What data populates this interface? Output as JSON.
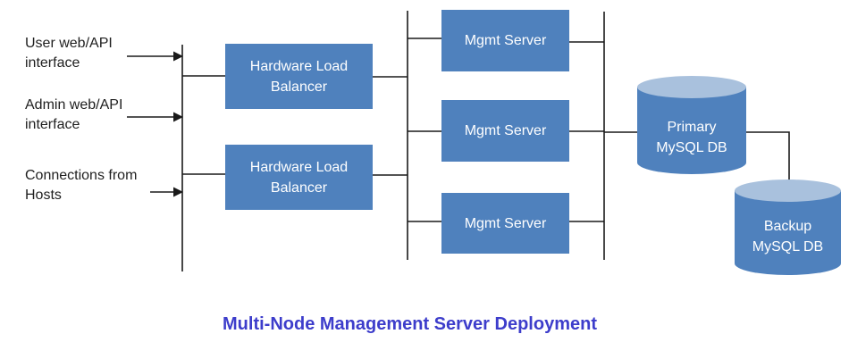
{
  "title": "Multi-Node Management Server Deployment",
  "colors": {
    "node_fill": "#4f81bd",
    "cylinder_top": "#a9c1dd",
    "node_text": "#ffffff",
    "label_text": "#1f1f1f",
    "line": "#1a1a1a",
    "title_text": "#3d3dcb"
  },
  "external_interfaces": [
    {
      "label": "User web/API interface"
    },
    {
      "label": "Admin web/API interface"
    },
    {
      "label": "Connections from Hosts"
    }
  ],
  "load_balancers": [
    {
      "label": "Hardware Load Balancer"
    },
    {
      "label": "Hardware Load Balancer"
    }
  ],
  "mgmt_servers": [
    {
      "label": "Mgmt Server"
    },
    {
      "label": "Mgmt Server"
    },
    {
      "label": "Mgmt Server"
    }
  ],
  "databases": [
    {
      "label": "Primary MySQL DB"
    },
    {
      "label": "Backup MySQL DB"
    }
  ]
}
